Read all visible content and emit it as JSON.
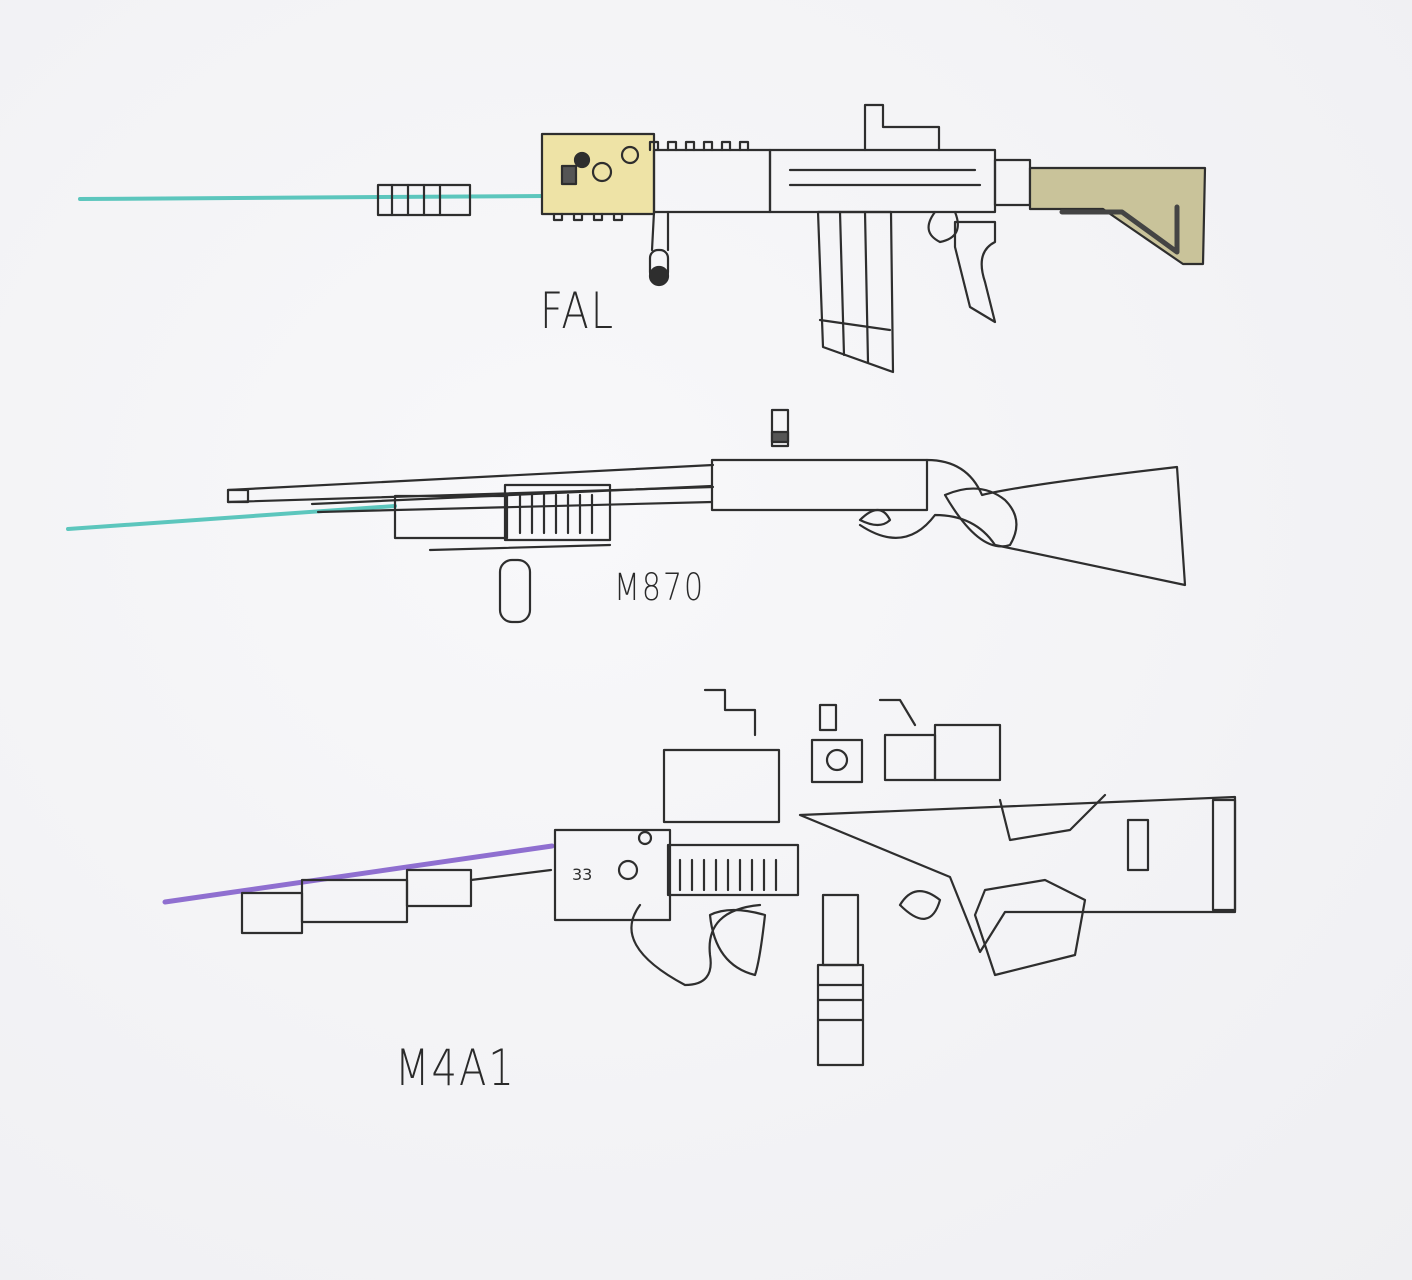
{
  "drawing": {
    "description": "Hand-drawn pencil sketch of three firearms on white paper",
    "weapons": [
      {
        "label": "FAL",
        "laser_color": "#5cc6bd",
        "accent_color": "#eee3a6",
        "stock_color": "#c9c39a"
      },
      {
        "label": "M870",
        "laser_color": "#5cc6bd"
      },
      {
        "label": "M4A1",
        "laser_color": "#8f6fd0",
        "scope_marking": "33"
      }
    ],
    "ink_color": "#2e2e2e",
    "paper_color": "#f3f3f5"
  }
}
